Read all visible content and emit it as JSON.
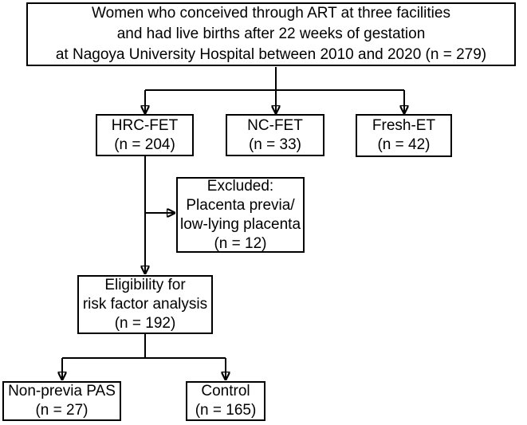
{
  "diagram": {
    "type": "flowchart",
    "colors": {
      "background": "#ffffff",
      "box_border": "#000000",
      "text": "#000000",
      "connector": "#000000"
    },
    "nodes": {
      "source": {
        "lines": [
          "Women who conceived through ART at three facilities",
          "and had live births after 22 weeks of gestation",
          "at Nagoya University Hospital between 2010 and 2020 (n = 279)"
        ]
      },
      "hrc_fet": {
        "lines": [
          "HRC-FET",
          "(n = 204)"
        ]
      },
      "nc_fet": {
        "lines": [
          "NC-FET",
          "(n = 33)"
        ]
      },
      "fresh_et": {
        "lines": [
          "Fresh-ET",
          "(n = 42)"
        ]
      },
      "excluded": {
        "lines": [
          "Excluded:",
          "Placenta previa/",
          "low-lying placenta",
          "(n = 12)"
        ]
      },
      "eligibility": {
        "lines": [
          "Eligibility for",
          "risk factor analysis",
          "(n = 192)"
        ]
      },
      "non_previa_pas": {
        "lines": [
          "Non-previa PAS",
          "(n = 27)"
        ]
      },
      "control": {
        "lines": [
          "Control",
          "(n = 165)"
        ]
      }
    },
    "edges": [
      "source -> hrc_fet",
      "source -> nc_fet",
      "source -> fresh_et",
      "hrc_fet -> excluded",
      "hrc_fet -> eligibility",
      "eligibility -> non_previa_pas",
      "eligibility -> control"
    ]
  }
}
